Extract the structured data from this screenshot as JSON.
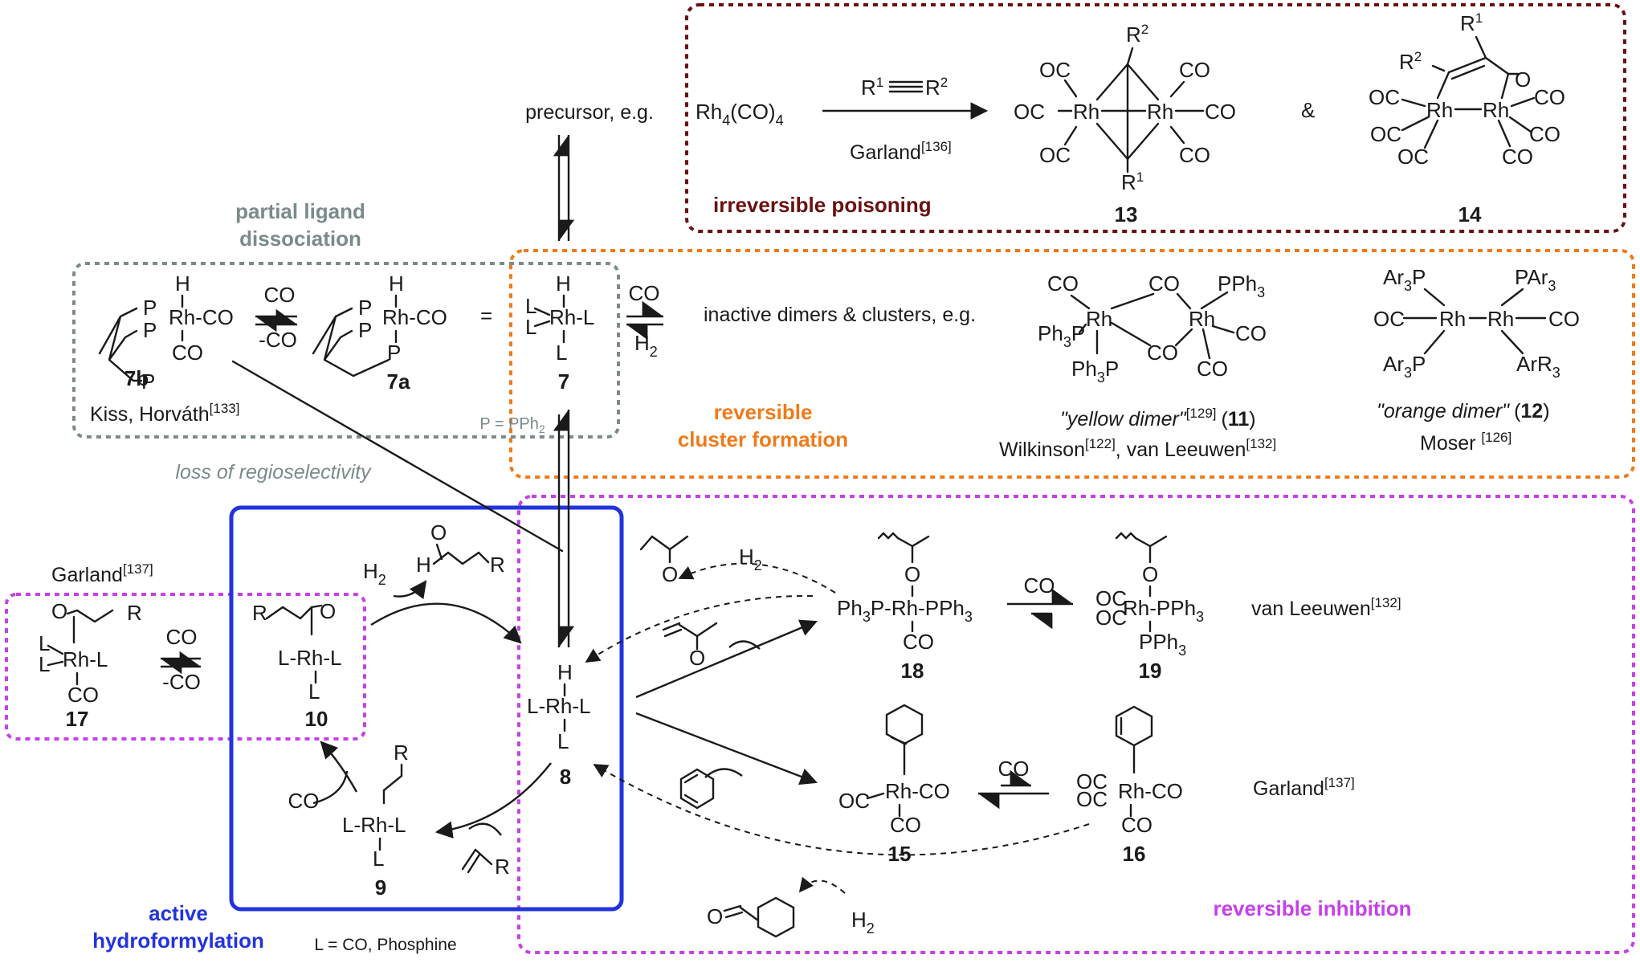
{
  "colors": {
    "poisoning": "#6b1010",
    "cluster": "#f07a1a",
    "partial": "#7b8a8a",
    "inhibition": "#c640e8",
    "active": "#2233dd",
    "text": "#1a1a1a"
  },
  "sections": {
    "poisoning_label": "irreversible poisoning",
    "cluster_label_1": "reversible",
    "cluster_label_2": "cluster formation",
    "partial_label_1": "partial ligand",
    "partial_label_2": "dissociation",
    "inhibition_label": "reversible inhibition",
    "active_label_1": "active",
    "active_label_2": "hydroformylation",
    "regio_loss": "loss of regioselectivity",
    "ligand_legend": "L = CO, Phosphine",
    "pph2_legend": "P = PPh",
    "pph2_sub": "2"
  },
  "compounds": {
    "c7": "7",
    "c7a": "7a",
    "c7b": "7b",
    "c8": "8",
    "c9": "9",
    "c10": "10",
    "c11": "11",
    "c12": "12",
    "c13": "13",
    "c14": "14",
    "c15": "15",
    "c16": "16",
    "c17": "17",
    "c18": "18",
    "c19": "19"
  },
  "texts": {
    "precursor": "precursor, e.g.",
    "rh4co4": "Rh",
    "rh4co4_sub1": "4",
    "rh4co4_mid": "(CO)",
    "rh4co4_sub2": "4",
    "alkyne_r1": "R",
    "alkyne_r2": "R",
    "amp": "&",
    "inactive": "inactive dimers & clusters, e.g.",
    "yellow_dimer": "\"yellow dimer\"",
    "yellow_ref": "[129]",
    "yellow_num_open": "(",
    "yellow_num_close": ")",
    "orange_dimer": "\"orange dimer\"",
    "co": "CO",
    "minus_co": "-CO",
    "h2": "H",
    "h2_sub": "2"
  },
  "references": {
    "garland_136": {
      "name": "Garland",
      "ref": "[136]"
    },
    "garland_137_top": {
      "name": "Garland",
      "ref": "[137]"
    },
    "garland_137_right": {
      "name": "Garland",
      "ref": "[137]"
    },
    "kiss": {
      "name": "Kiss, Horváth",
      "ref": "[133]"
    },
    "wilkinson": {
      "name": "Wilkinson",
      "ref": "[122]"
    },
    "vanleeuwen_cluster": {
      "name": ", van Leeuwen",
      "ref": "[132]"
    },
    "vanleeuwen_inhib": {
      "name": "van Leeuwen",
      "ref": "[132]"
    },
    "moser": {
      "name": "Moser ",
      "ref": "[126]"
    }
  }
}
